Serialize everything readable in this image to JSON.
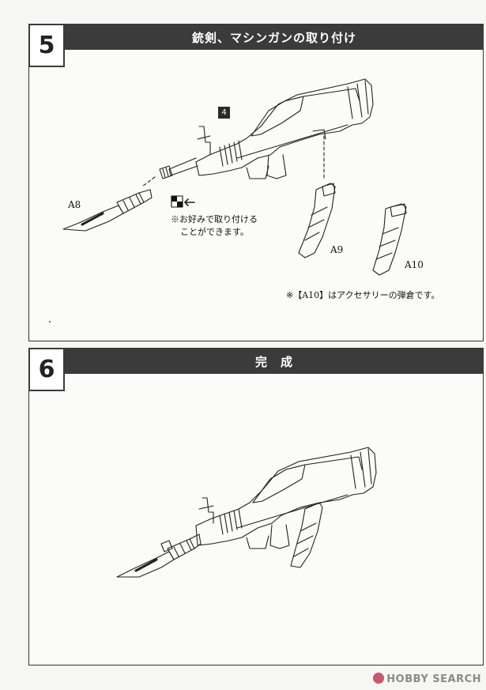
{
  "steps": [
    {
      "number": "5",
      "title": "銃剣、マシンガンの取り付け",
      "part_badge": "4",
      "labels": {
        "a8": "A8",
        "a9": "A9",
        "a10": "A10"
      },
      "optional_note": [
        "※お好みで取り付ける",
        "ことができます。"
      ],
      "accessory_note": "※【A10】はアクセサリーの弾倉です。"
    },
    {
      "number": "6",
      "title": "完　成"
    }
  ],
  "watermark": "HOBBY SEARCH",
  "icons": [
    "optional-part-icon",
    "arrow-left-icon"
  ]
}
